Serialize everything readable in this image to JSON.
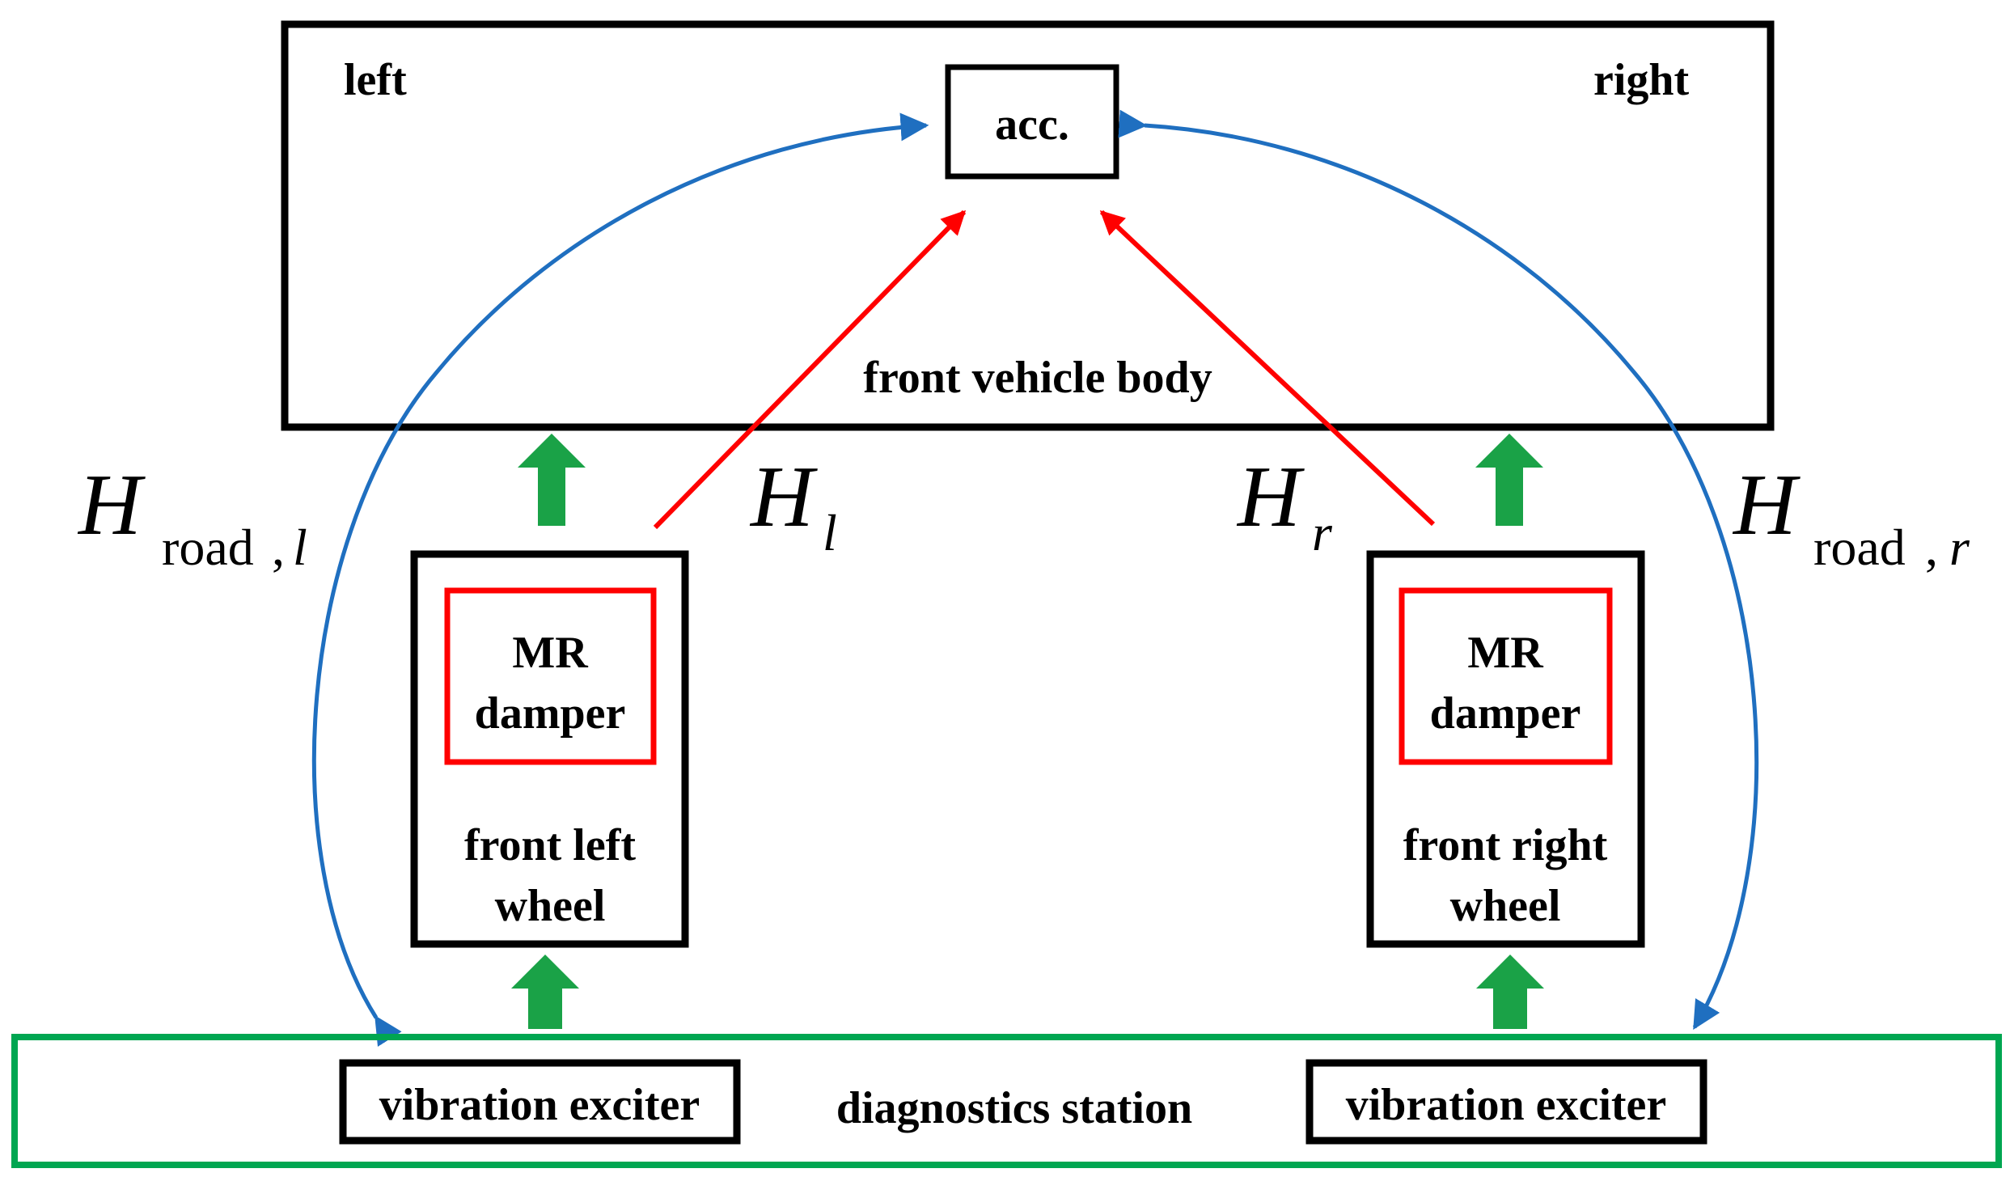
{
  "colors": {
    "black": "#000000",
    "red": "#ff0000",
    "green": "#00a651",
    "blue": "#1f6fc0",
    "arrow_green": "#1aa247"
  },
  "body": {
    "label": "front vehicle body",
    "left": "left",
    "right": "right",
    "sensor": "acc."
  },
  "left_wheel": {
    "damper_line1": "MR",
    "damper_line2": "damper",
    "wheel_line1": "front left",
    "wheel_line2": "wheel"
  },
  "right_wheel": {
    "damper_line1": "MR",
    "damper_line2": "damper",
    "wheel_line1": "front right",
    "wheel_line2": "wheel"
  },
  "station": {
    "label": "diagnostics station",
    "left_exciter": "vibration exciter",
    "right_exciter": "vibration exciter"
  },
  "transfer_functions": {
    "H_symbol": "H",
    "road": "road",
    "comma": ",",
    "l": "l",
    "r": "r"
  }
}
